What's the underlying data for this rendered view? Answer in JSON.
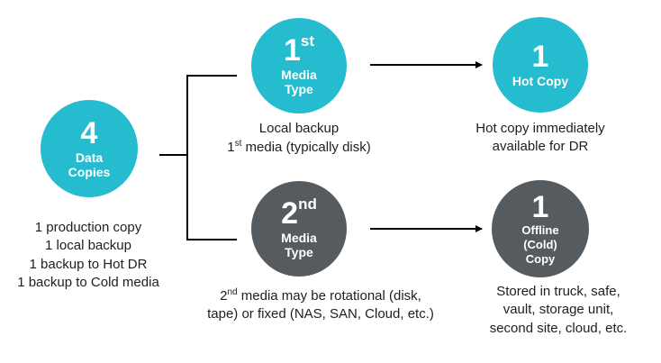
{
  "nodes": {
    "data_copies": {
      "number": "4",
      "label_line1": "Data",
      "label_line2": "Copies",
      "color": "#26bcd0",
      "caption": [
        "1 production copy",
        "1 local backup",
        "1 backup to Hot DR",
        "1 backup to Cold media"
      ]
    },
    "media_1": {
      "number": "1",
      "suffix": "st",
      "label_line1": "Media",
      "label_line2": "Type",
      "color": "#26bcd0",
      "caption_line1": "Local backup",
      "caption_line2_num": "1",
      "caption_line2_sup": "st",
      "caption_line2_rest": " media (typically disk)"
    },
    "media_2": {
      "number": "2",
      "suffix": "nd",
      "label_line1": "Media",
      "label_line2": "Type",
      "color": "#555b5f",
      "caption_line1_num": "2",
      "caption_line1_sup": "nd",
      "caption_line1_rest": " media may be rotational (disk,",
      "caption_line2": "tape) or fixed (NAS, SAN, Cloud, etc.)"
    },
    "hot_copy": {
      "number": "1",
      "label": "Hot Copy",
      "color": "#26bcd0",
      "caption": [
        "Hot copy immediately",
        "available for DR"
      ]
    },
    "offline_copy": {
      "number": "1",
      "label_line1": "Offline",
      "label_line2": "(Cold)",
      "label_line3": "Copy",
      "color": "#555b5f",
      "caption": [
        "Stored in truck, safe,",
        "vault, storage unit,",
        "second site, cloud, etc."
      ]
    }
  }
}
